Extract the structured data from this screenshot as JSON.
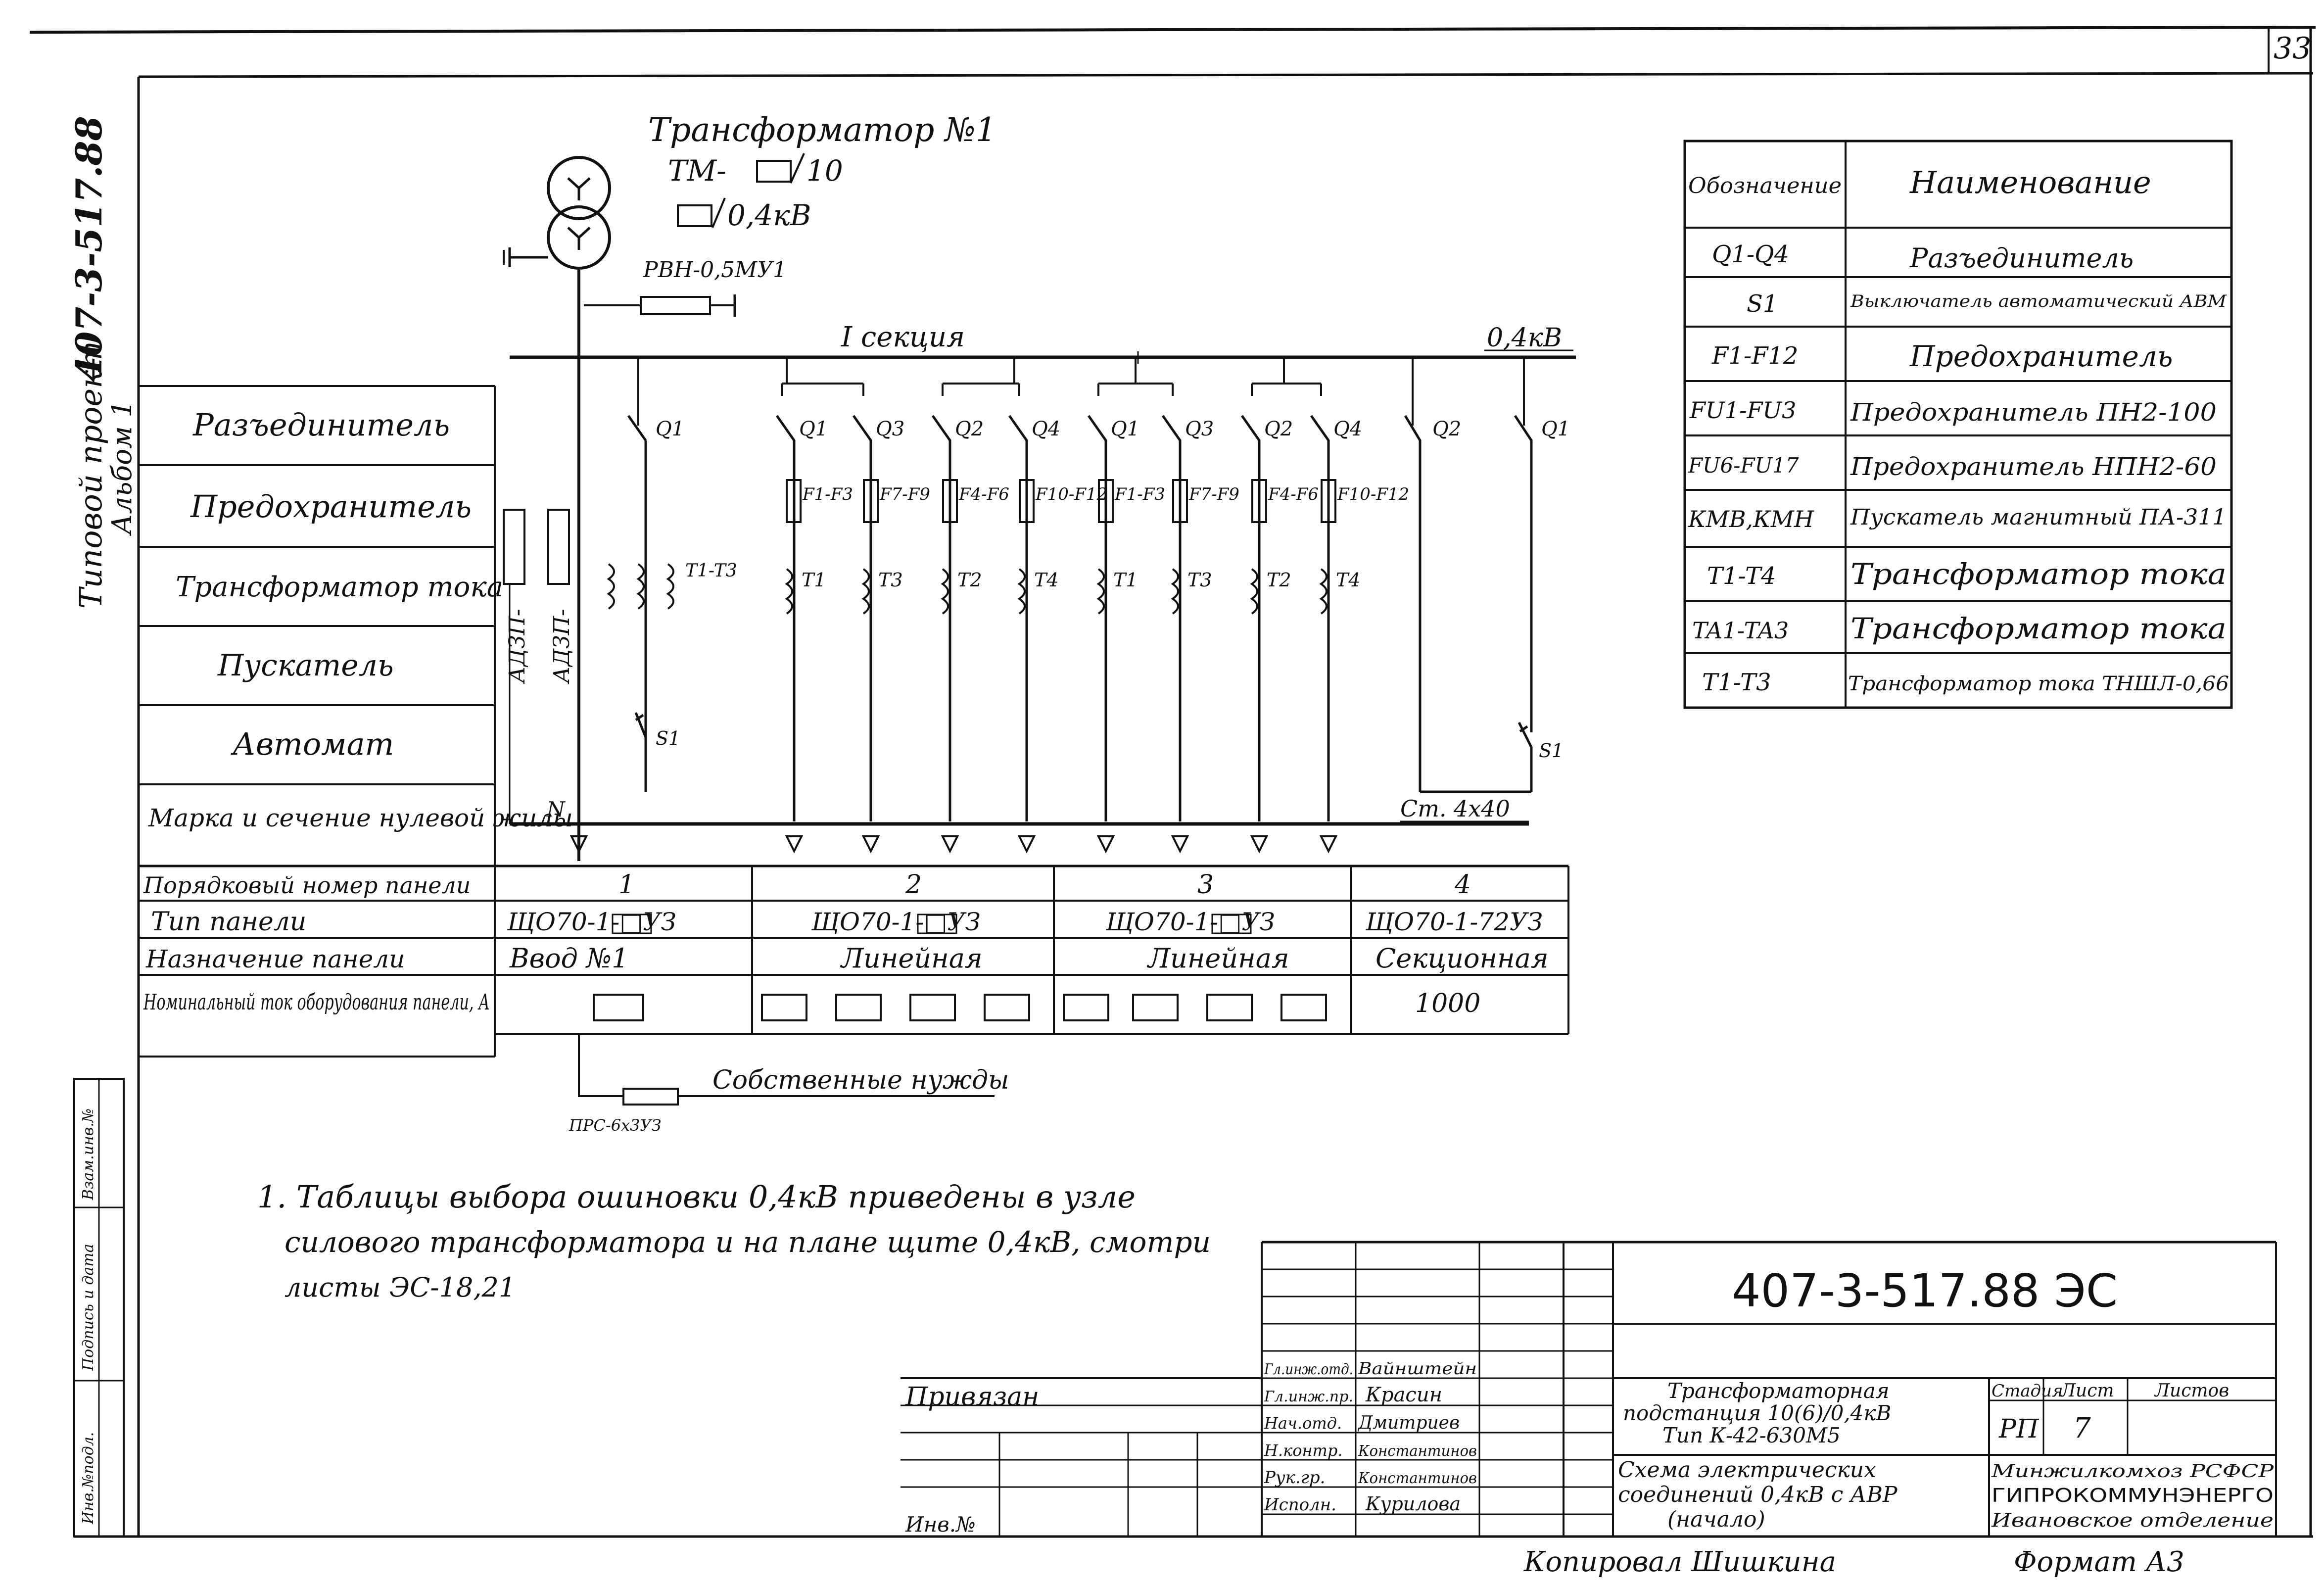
{
  "sheet": {
    "number": "33",
    "side_stamp": {
      "project_label": "Типовой проект",
      "project_number": "407-3-517.88",
      "album": "Альбом 1"
    },
    "left_strip": [
      "Инв.№подл.",
      "Подпись и дата",
      "Взам.инв.№"
    ]
  },
  "transformer": {
    "title": "Трансформатор №1",
    "type": "ТМ-",
    "hv": "10",
    "lv": "0,4кВ",
    "switch": "РВН-0,5МУ1"
  },
  "bus": {
    "section": "I секция",
    "voltage": "0,4кВ",
    "neutral": "N",
    "neutral_wire": "Ст. 4х40"
  },
  "cables": [
    "АДЗП-",
    "АДЗП-"
  ],
  "schematic_labels": {
    "switches": [
      "Q1",
      "Q1",
      "Q3",
      "Q2",
      "Q4",
      "Q1",
      "Q3",
      "Q2",
      "Q4",
      "Q2",
      "Q1"
    ],
    "fuses": [
      "F1-F3",
      "F7-F9",
      "F4-F6",
      "F10-F12",
      "F1-F3",
      "F7-F9",
      "F4-F6",
      "F10-F12"
    ],
    "cts": [
      "T1-T3",
      "T1",
      "T3",
      "T2",
      "T4",
      "T1",
      "T3",
      "T2",
      "T4"
    ],
    "breakers": [
      "S1",
      "S1"
    ]
  },
  "row_labels": [
    "Разъединитель",
    "Предохранитель",
    "Трансформатор тока",
    "Пускатель",
    "Автомат",
    "Марка и сечение нулевой жилы"
  ],
  "panel_table": {
    "rows": [
      {
        "label": "Порядковый номер панели",
        "cells": [
          "1",
          "2",
          "3",
          "4"
        ]
      },
      {
        "label": "Тип панели",
        "cells": [
          "ЩО70-1-□УЗ",
          "ЩО70-1-□УЗ",
          "ЩО70-1-□УЗ",
          "ЩО70-1-72УЗ"
        ]
      },
      {
        "label": "Назначение панели",
        "cells": [
          "Ввод №1",
          "Линейная",
          "Линейная",
          "Секционная"
        ]
      },
      {
        "label": "Номинальный ток оборудования панели, А",
        "cells": [
          "",
          "",
          "",
          "1000"
        ]
      }
    ]
  },
  "aux": {
    "label": "Собственные нужды",
    "fuse": "ПРС-6х3УЗ"
  },
  "legend": {
    "headers": [
      "Обозначение",
      "Наименование"
    ],
    "rows": [
      {
        "code": "Q1-Q4",
        "name": "Разъединитель"
      },
      {
        "code": "S1",
        "name": "Выключатель автоматический АВМ"
      },
      {
        "code": "F1-F12",
        "name": "Предохранитель"
      },
      {
        "code": "FU1-FU3",
        "name": "Предохранитель ПН2-100"
      },
      {
        "code": "FU6-FU17",
        "name": "Предохранитель НПН2-60"
      },
      {
        "code": "КМВ,КМН",
        "name": "Пускатель магнитный ПА-311"
      },
      {
        "code": "T1-T4",
        "name": "Трансформатор тока"
      },
      {
        "code": "TA1-TA3",
        "name": "Трансформатор тока"
      },
      {
        "code": "T1-T3",
        "name": "Трансформатор тока ТНШЛ-0,66"
      }
    ]
  },
  "note": [
    "1. Таблицы выбора ошиновки 0,4кВ приведены в узле",
    "силового трансформатора и на плане щите 0,4кВ, смотри",
    "листы ЭС-18,21"
  ],
  "title_block": {
    "designation": "407-3-517.88 ЭС",
    "privyazan": "Привязан",
    "inv": "Инв.№",
    "signatures": [
      {
        "role": "Гл.инж.отд.",
        "name": "Вайнштейн"
      },
      {
        "role": "Гл.инж.пр.",
        "name": "Красин"
      },
      {
        "role": "Нач.отд.",
        "name": "Дмитриев"
      },
      {
        "role": "Н.контр.",
        "name": "Константинов"
      },
      {
        "role": "Рук.гр.",
        "name": "Константинов"
      },
      {
        "role": "Исполн.",
        "name": "Курилова"
      }
    ],
    "object_name": [
      "Трансформаторная",
      "подстанция 10(6)/0,4кВ",
      "Тип К-42-630М5"
    ],
    "sheet_name": [
      "Схема электрических",
      "соединений 0,4кВ с АВР",
      "(начало)"
    ],
    "stage_header": [
      "Стадия",
      "Лист",
      "Листов"
    ],
    "stage": "РП",
    "sheet_no": "7",
    "org": [
      "Минжилкомхоз РСФСР",
      "ГИПРОКОММУНЭНЕРГО",
      "Ивановское отделение"
    ]
  },
  "footer": {
    "copied": "Копировал Шишкина",
    "format": "Формат А3"
  }
}
